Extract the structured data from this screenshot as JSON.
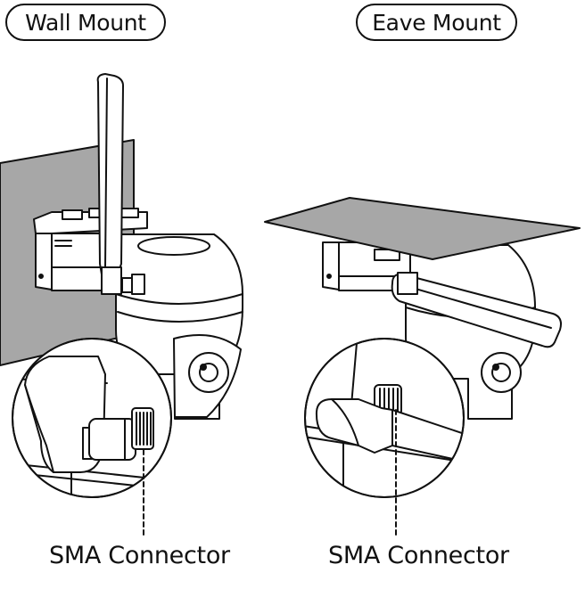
{
  "panels": {
    "left": {
      "title": "Wall Mount",
      "connector_label": "SMA Connector"
    },
    "right": {
      "title": "Eave Mount",
      "connector_label": "SMA Connector"
    }
  },
  "colors": {
    "line": "#111111",
    "surface": "#a7a7a7",
    "background": "#ffffff"
  },
  "icons": [
    "camera-ptz",
    "antenna",
    "sma-connector"
  ]
}
